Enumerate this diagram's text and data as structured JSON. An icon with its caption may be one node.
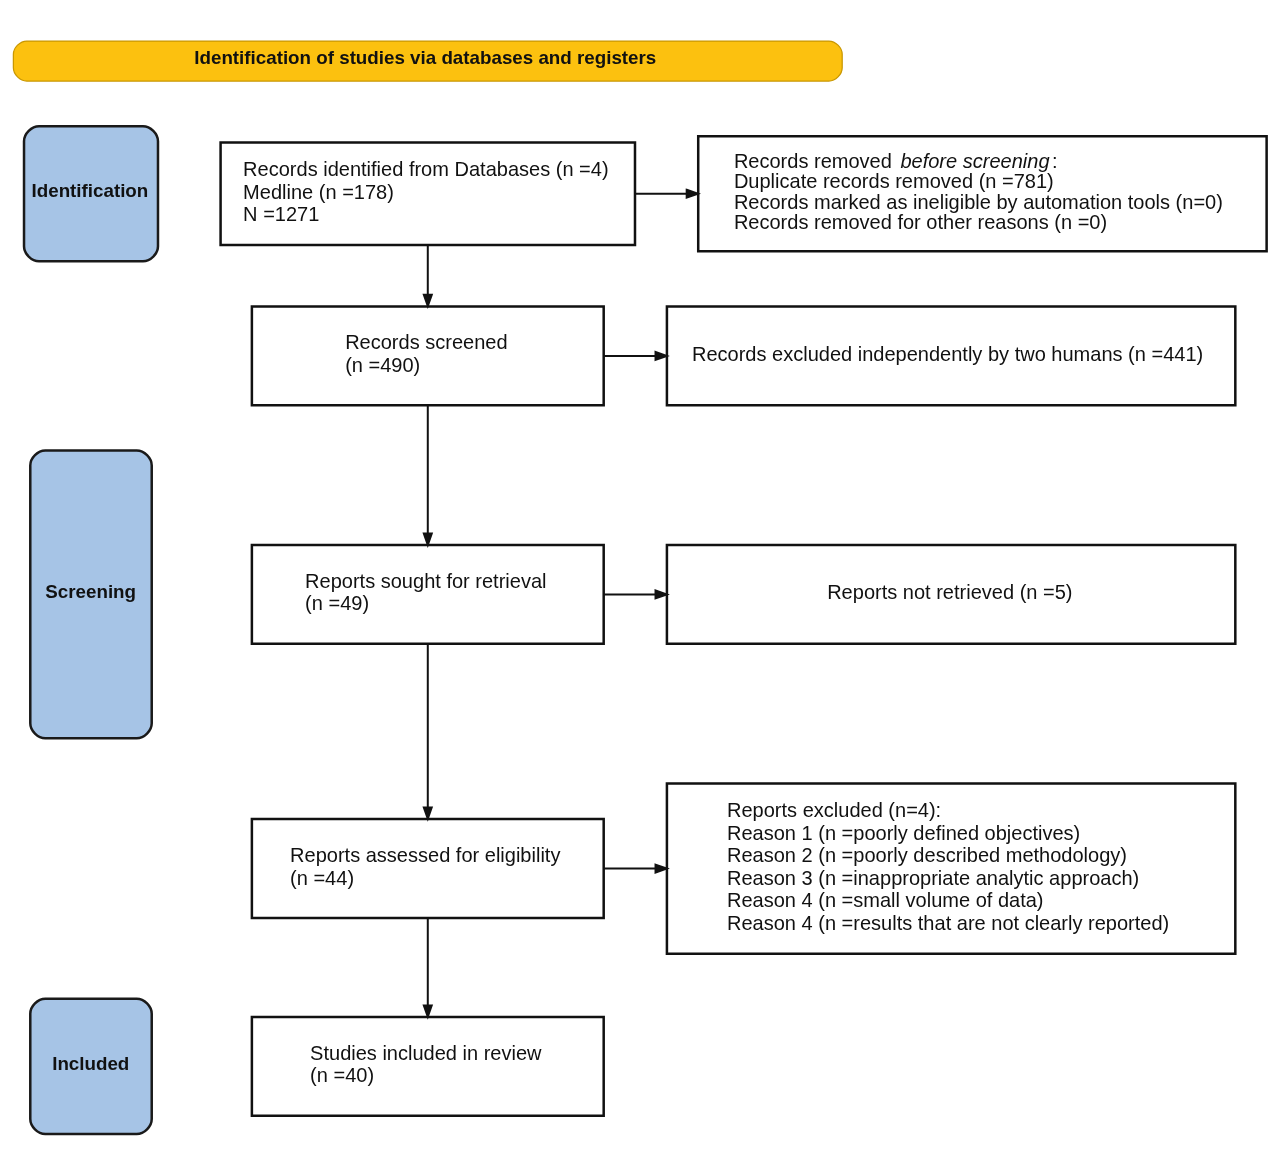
{
  "diagram": {
    "nodes": [
      {
        "text": [
          "Identification of studies via databases and registers"
        ]
      },
      {
        "text": [
          "Identification"
        ]
      },
      {
        "text": [
          "Records identified from Databases (n =4)",
          "Medline (n =178)",
          "N =1271"
        ]
      },
      {
        "text": [
          "Records removed *before screening*:",
          "Duplicate records removed (n =781)",
          "Records marked as ineligible by automation tools (n=0)",
          "Records removed for other reasons (n =0)"
        ]
      },
      {
        "text": [
          "Screening"
        ]
      },
      {
        "text": [
          "Records screened",
          "(n =490)"
        ]
      },
      {
        "text": [
          "Records excluded independently by two humans (n =441)"
        ]
      },
      {
        "text": [
          "Reports sought for retrieval",
          "(n =49)"
        ]
      },
      {
        "text": [
          "Reports not retrieved (n =5)"
        ]
      },
      {
        "text": [
          "Reports assessed for eligibility",
          "(n =44)"
        ]
      },
      {
        "text": [
          "Reports excluded (n=4):",
          "Reason 1 (n =poorly defined objectives)",
          "Reason 2 (n =poorly described methodology)",
          "Reason 3 (n =inappropriate analytic approach)",
          "Reason 4 (n =small volume of data)",
          "Reason 4 (n =results that are not clearly reported)"
        ]
      },
      {
        "text": [
          "Included"
        ]
      },
      {
        "text": [
          "Studies included in review",
          "(n =40)"
        ]
      }
    ],
    "edges": [
      {
        "from": 2,
        "to": 3,
        "arrow": "to"
      },
      {
        "from": 2,
        "to": 5,
        "arrow": "to"
      },
      {
        "from": 5,
        "to": 6,
        "arrow": "to"
      },
      {
        "from": 5,
        "to": 7,
        "arrow": "to"
      },
      {
        "from": 7,
        "to": 8,
        "arrow": "to"
      },
      {
        "from": 7,
        "to": 9,
        "arrow": "to"
      },
      {
        "from": 9,
        "to": 10,
        "arrow": "to"
      },
      {
        "from": 9,
        "to": 12,
        "arrow": "to"
      }
    ]
  }
}
